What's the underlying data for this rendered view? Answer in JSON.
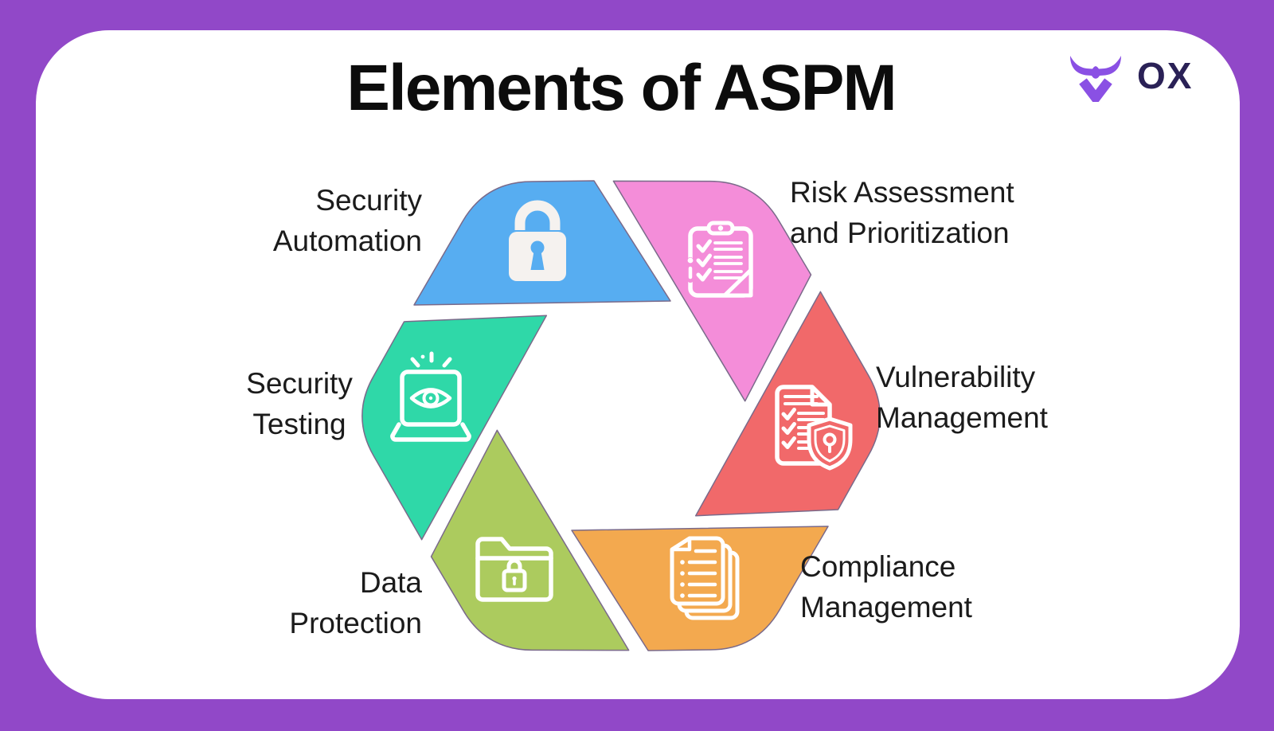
{
  "page": {
    "background_color": "#9148C8",
    "card_color": "#FFFFFF"
  },
  "title": "Elements of ASPM",
  "logo": {
    "brand": "OX",
    "icon": "bull-icon",
    "icon_color": "#8A50E4",
    "text_color": "#2A2156"
  },
  "diagram": {
    "type": "hexagonal-cycle",
    "outline_color": "#7a6a8a",
    "icon_color": "#FFFFFF",
    "segments": [
      {
        "name": "security-automation",
        "label_line1": "Security",
        "label_line2": "Automation",
        "color": "#57ADF1",
        "icon": "lock-icon"
      },
      {
        "name": "risk-assessment",
        "label_line1": "Risk Assessment",
        "label_line2": "and Prioritization",
        "color": "#F48DD9",
        "icon": "clipboard-checklist-icon"
      },
      {
        "name": "vulnerability-management",
        "label_line1": "Vulnerability",
        "label_line2": "Management",
        "color": "#F1696A",
        "icon": "document-shield-icon"
      },
      {
        "name": "compliance-management",
        "label_line1": "Compliance",
        "label_line2": "Management",
        "color": "#F3A94F",
        "icon": "stacked-documents-icon"
      },
      {
        "name": "data-protection",
        "label_line1": "Data",
        "label_line2": "Protection",
        "color": "#ACCB5E",
        "icon": "folder-lock-icon"
      },
      {
        "name": "security-testing",
        "label_line1": "Security",
        "label_line2": "Testing",
        "color": "#2FD8A8",
        "icon": "laptop-eye-icon"
      }
    ]
  }
}
